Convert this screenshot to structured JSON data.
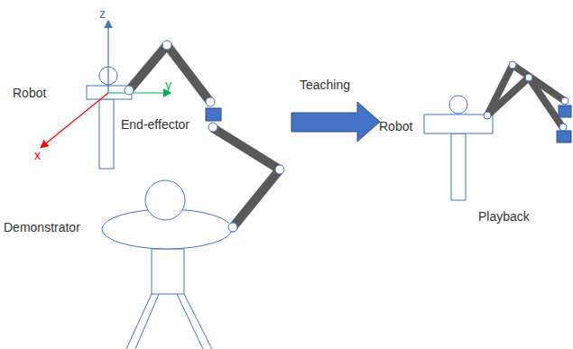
{
  "diagram": {
    "labels": [
      "z",
      "Robot",
      "y",
      "End-effector",
      "x",
      "Teaching",
      "Robot",
      "Demonstrator",
      "Playback"
    ]
  }
}
